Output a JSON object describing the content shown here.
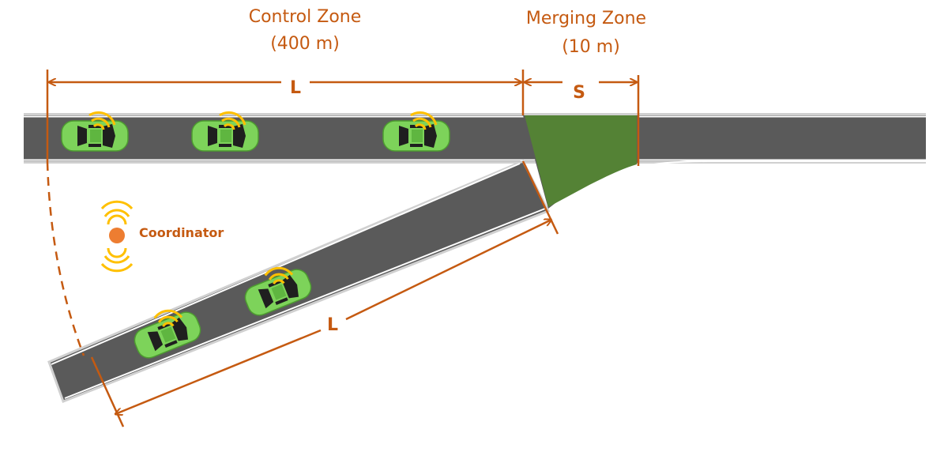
{
  "zones": {
    "control": {
      "title": "Control Zone",
      "length": "(400 m)",
      "dim_label": "L"
    },
    "merging": {
      "title": "Merging Zone",
      "length": "(10 m)",
      "dim_label": "S"
    },
    "ramp_dim_label": "L"
  },
  "coordinator": {
    "label": "Coordinator",
    "icon": "coordinator-dot-icon"
  },
  "vehicles": {
    "main_road_count": 3,
    "ramp_count": 2,
    "icon": "connected-car-icon"
  },
  "colors": {
    "accent": "#c55a11",
    "road": "#5a5a5a",
    "merging_zone": "#548235",
    "car": "#7dd35a",
    "wifi": "#ffc000",
    "coordinator": "#ed7d31"
  }
}
